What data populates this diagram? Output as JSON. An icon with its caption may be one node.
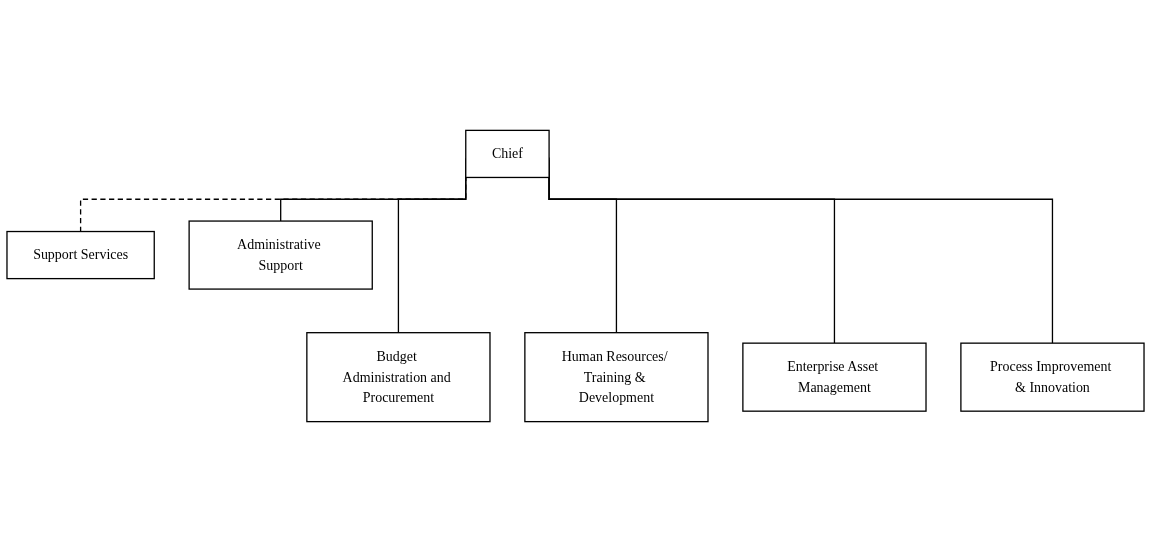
{
  "diagram": {
    "nodes": [
      {
        "text": [
          "Chief"
        ]
      },
      {
        "text": [
          "Support Services"
        ]
      },
      {
        "text": [
          "Administrative Support"
        ]
      },
      {
        "text": [
          "Budget Administration and Procurement"
        ]
      },
      {
        "text": [
          "Human Resources/ Training & Development"
        ]
      },
      {
        "text": [
          "Enterprise Asset Management"
        ]
      },
      {
        "text": [
          "Process Improvement & Innovation"
        ]
      }
    ],
    "edges": [
      {
        "from": 0,
        "to": 1,
        "arrow": "none",
        "style": "dashed"
      },
      {
        "from": 0,
        "to": 2,
        "arrow": "none"
      },
      {
        "from": 0,
        "to": 3,
        "arrow": "none"
      },
      {
        "from": 0,
        "to": 4,
        "arrow": "none"
      },
      {
        "from": 0,
        "to": 5,
        "arrow": "none"
      },
      {
        "from": 0,
        "to": 6,
        "arrow": "none"
      }
    ]
  }
}
